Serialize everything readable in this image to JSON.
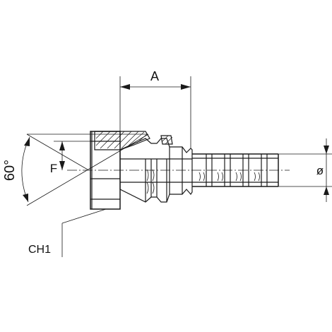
{
  "labels": {
    "dim_a": "A",
    "dim_f": "F",
    "angle": "60°",
    "diameter": "ø",
    "wrench": "CH1"
  },
  "colors": {
    "ink": "#1a1a1a",
    "background": "#ffffff"
  }
}
